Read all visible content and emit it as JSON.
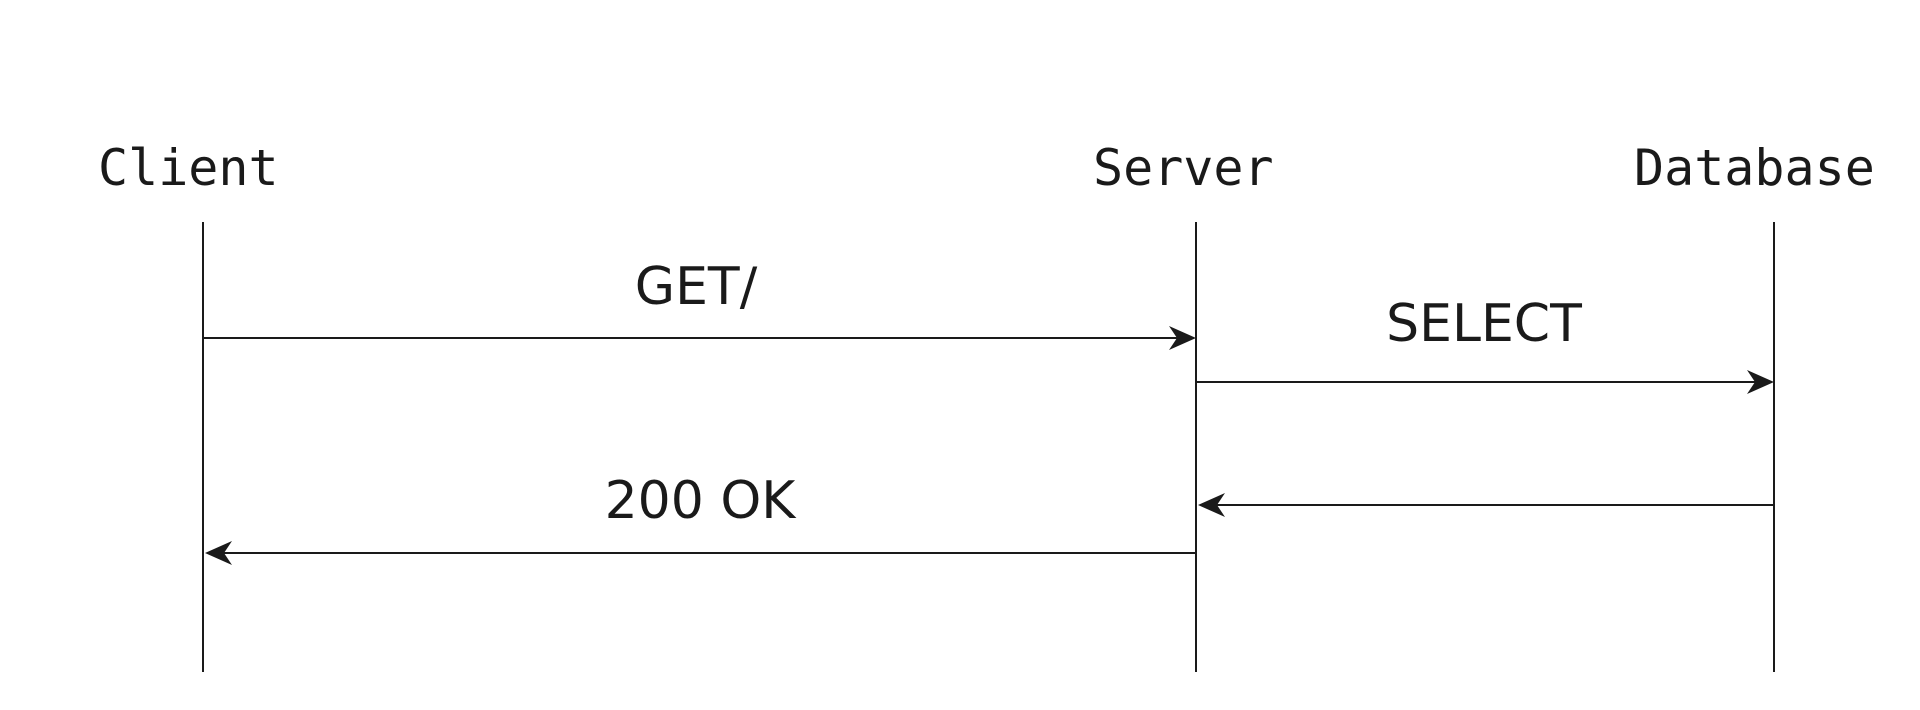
{
  "participants": [
    {
      "id": "client",
      "label": "Client"
    },
    {
      "id": "server",
      "label": "Server"
    },
    {
      "id": "database",
      "label": "Database"
    }
  ],
  "messages": [
    {
      "from": "client",
      "to": "server",
      "label": "GET/"
    },
    {
      "from": "server",
      "to": "database",
      "label": "SELECT"
    },
    {
      "from": "database",
      "to": "server",
      "label": ""
    },
    {
      "from": "server",
      "to": "client",
      "label": "200 OK"
    }
  ],
  "colors": {
    "ink": "#1a1a1a",
    "background": "#ffffff"
  }
}
